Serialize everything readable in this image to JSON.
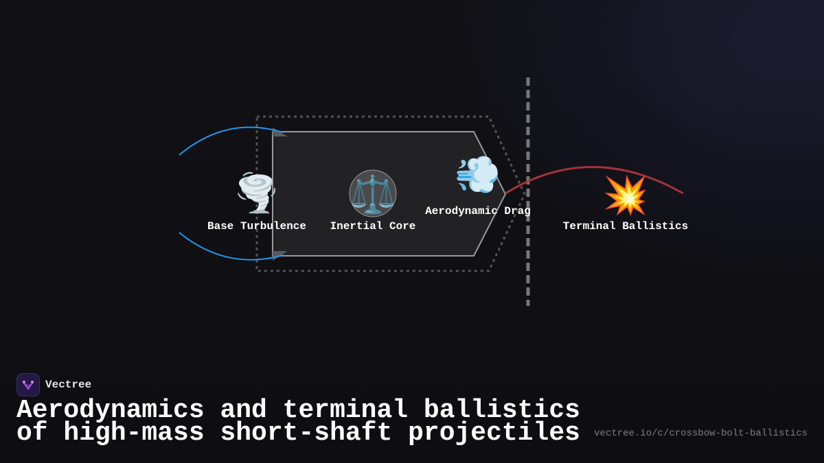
{
  "brand": {
    "name": "Vectree",
    "logo_color": "#b04ddb"
  },
  "title": {
    "line1": "Aerodynamics and terminal ballistics",
    "line2": "of high-mass short-shaft projectiles"
  },
  "url": "vectree.io/c/crossbow-bolt-ballistics",
  "diagram": {
    "nodes": [
      {
        "id": "base",
        "label": "Base Turbulence",
        "icon": "tornado-icon",
        "glyph": "🌪️"
      },
      {
        "id": "core",
        "label": "Inertial Core",
        "icon": "balance-scale-icon",
        "glyph": "⚖️"
      },
      {
        "id": "drag",
        "label": "Aerodynamic Drag",
        "icon": "wind-gust-icon",
        "glyph": "💨"
      },
      {
        "id": "terminal",
        "label": "Terminal Ballistics",
        "icon": "impact-burst-icon",
        "glyph": "💥"
      }
    ],
    "colors": {
      "turbulence_arc": "#1d9bf0",
      "impact_arc": "#a8323a",
      "bolt_fill": "#222224",
      "bolt_stroke": "#9a9a9a",
      "dotted_outline": "#555555",
      "target_line": "#777777"
    }
  }
}
